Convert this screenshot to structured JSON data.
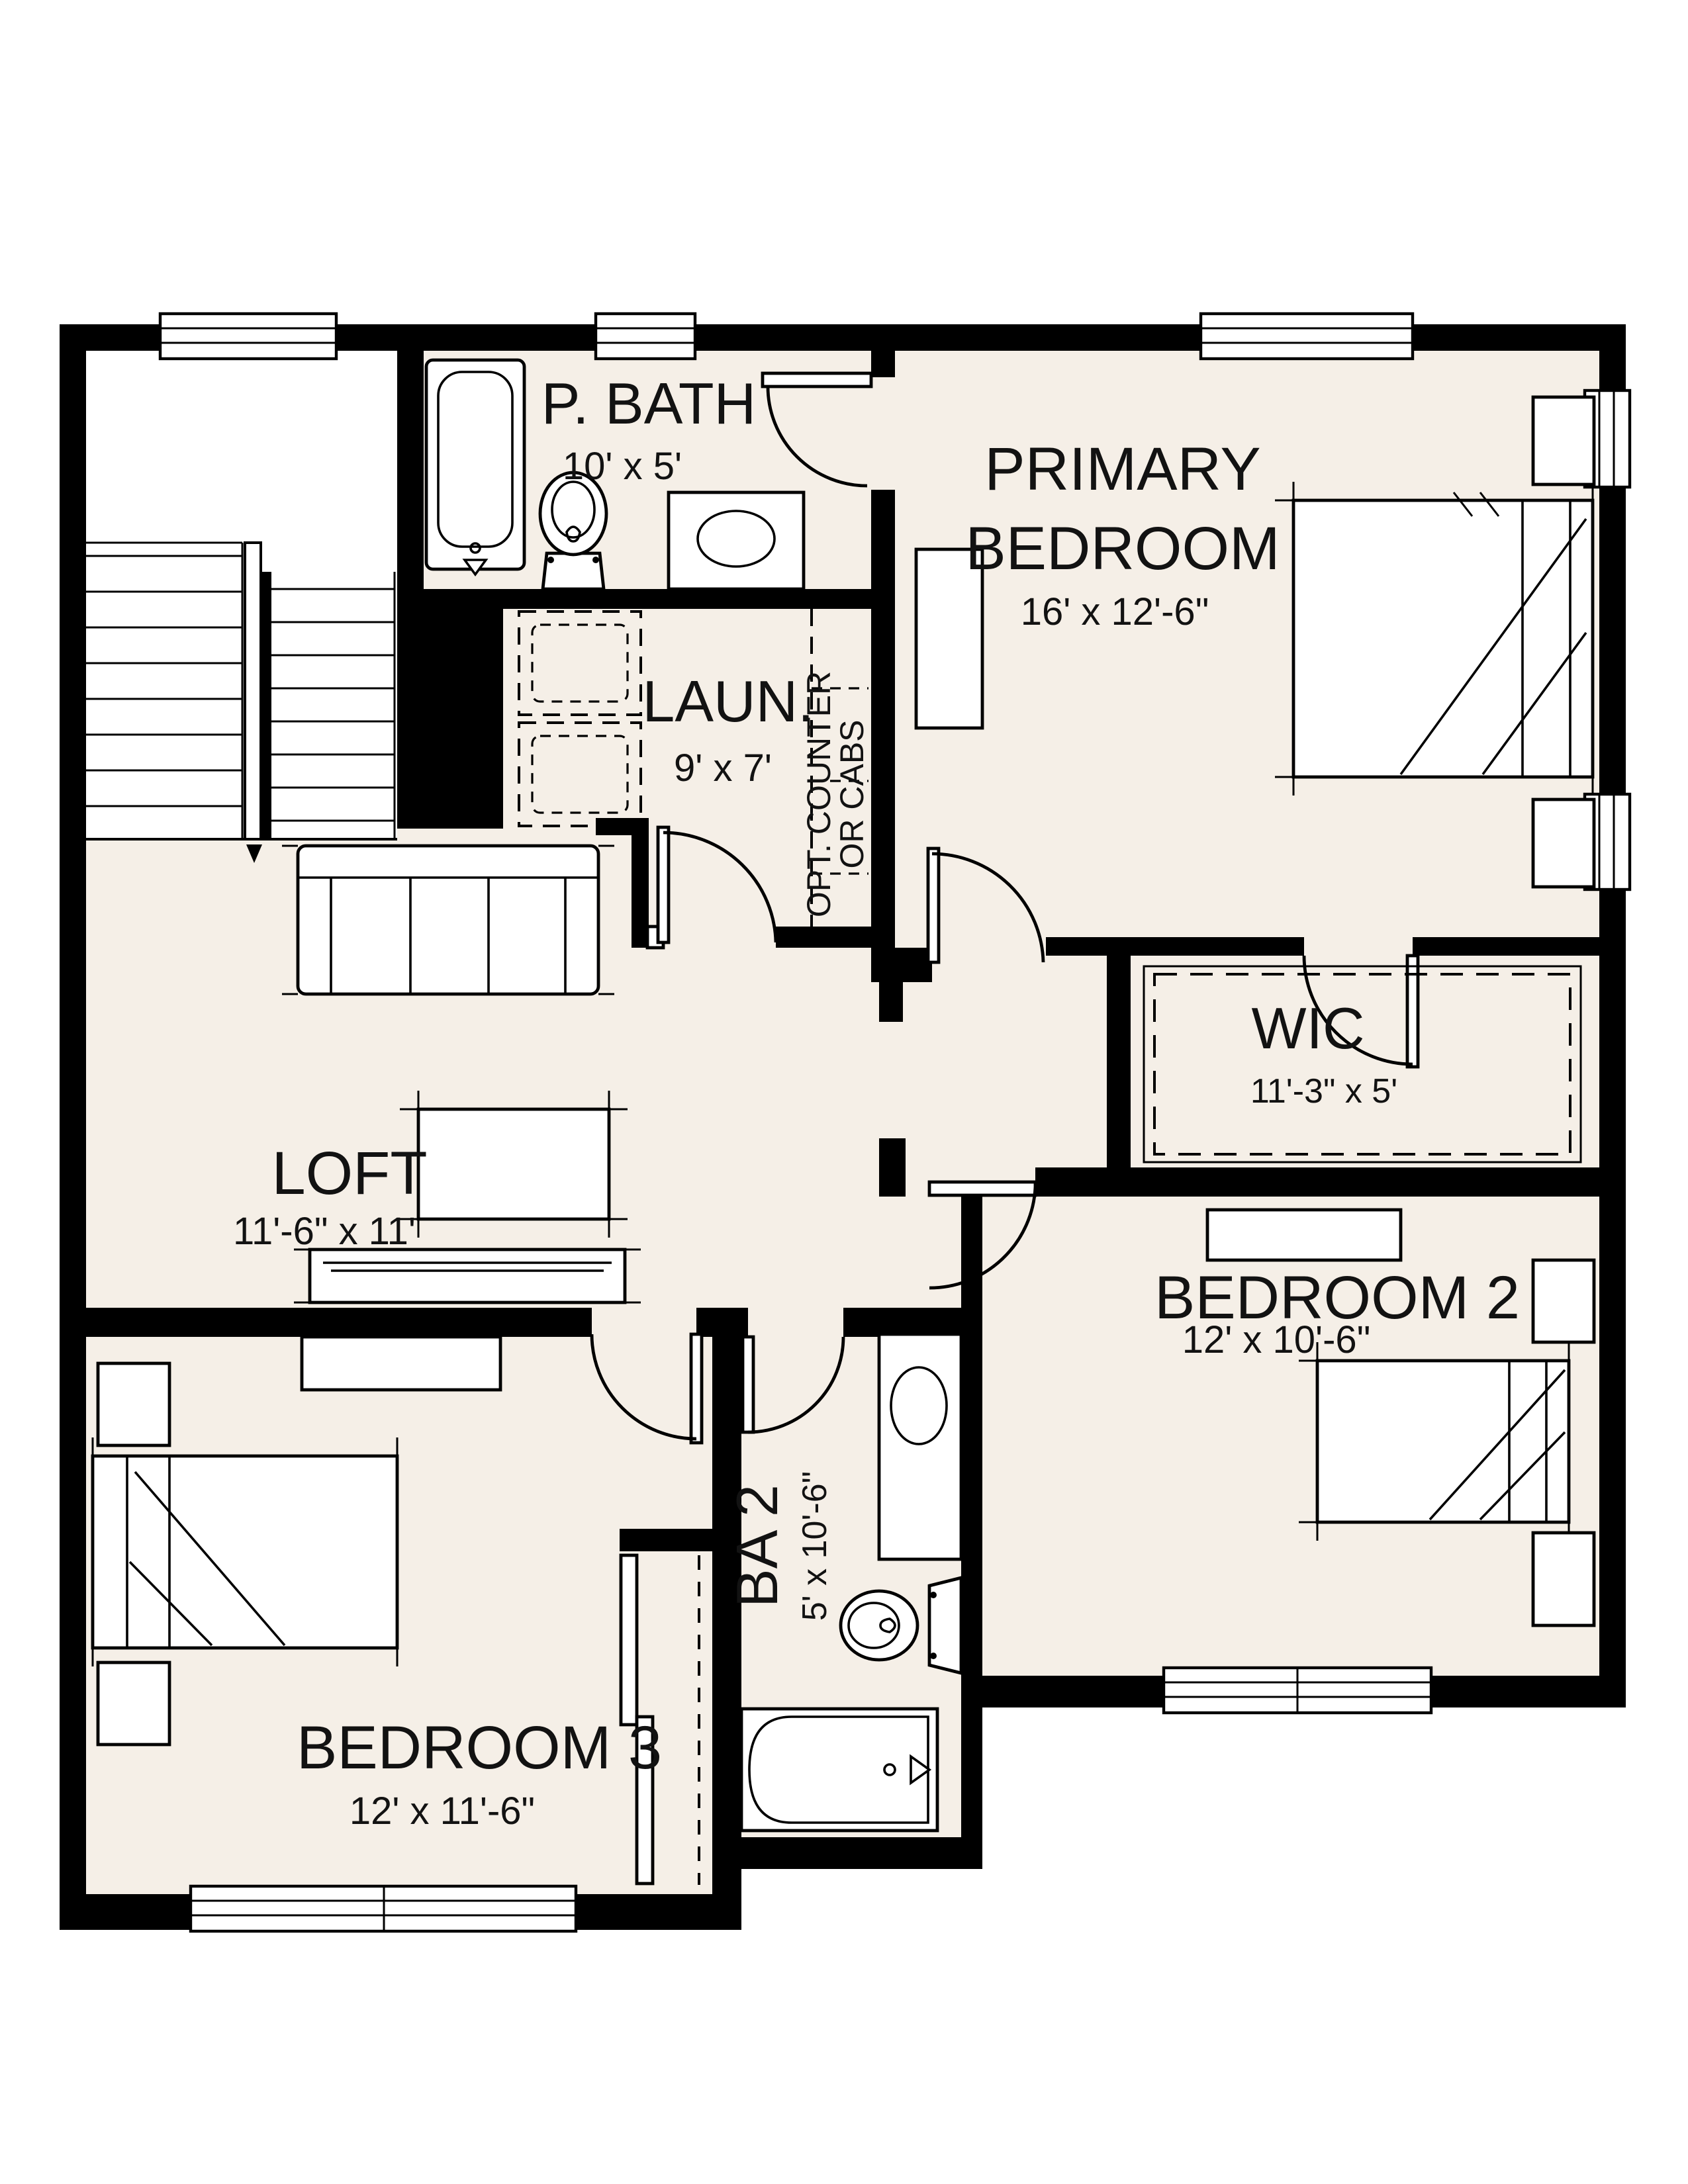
{
  "plan": {
    "type": "floor-plan-second-story",
    "colors": {
      "floor": "#f5efe7",
      "walls": "#000000",
      "background": "#ffffff",
      "text": "#121212"
    },
    "rooms": [
      {
        "id": "p-bath",
        "name": "P. BATH",
        "dims": "10' x 5'"
      },
      {
        "id": "primary",
        "name_line1": "PRIMARY",
        "name_line2": "BEDROOM",
        "dims": "16' x 12'-6\""
      },
      {
        "id": "laundry",
        "name": "LAUN.",
        "dims": "9' x 7'"
      },
      {
        "id": "loft",
        "name": "LOFT",
        "dims": "11'-6\" x 11'"
      },
      {
        "id": "wic",
        "name": "WIC",
        "dims": "11'-3\" x 5'"
      },
      {
        "id": "bedroom2",
        "name": "BEDROOM 2",
        "dims": "12' x 10'-6\""
      },
      {
        "id": "ba2",
        "name": "BA 2",
        "dims": "5' x 10'-6\""
      },
      {
        "id": "bedroom3",
        "name": "BEDROOM 3",
        "dims": "12' x 11'-6\""
      }
    ],
    "annotations": {
      "opt_counter_line1": "OPT. COUNTER",
      "opt_counter_line2": "OR CABS"
    },
    "fixtures": [
      "stairs",
      "bathtub",
      "toilet",
      "sink-vanity",
      "washer-dryer-dashed",
      "sofa",
      "table",
      "console",
      "bed",
      "nightstand",
      "dresser",
      "closet-shelves-dashed",
      "bypass-closet-doors",
      "windows",
      "door-swings"
    ]
  }
}
